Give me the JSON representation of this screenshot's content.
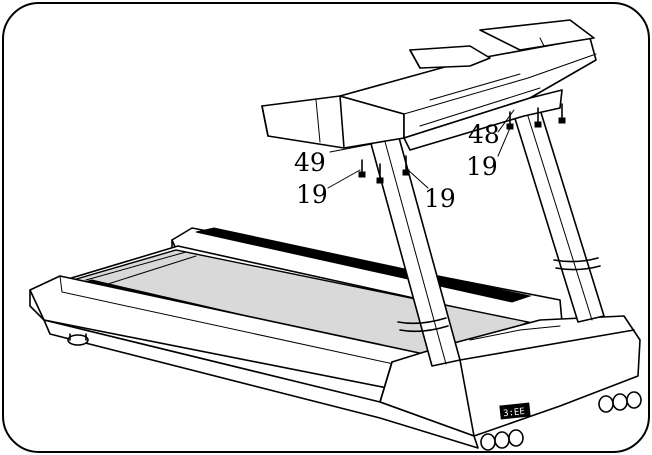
{
  "diagram": {
    "callouts": [
      {
        "label": "49"
      },
      {
        "label": "19"
      },
      {
        "label": "19"
      },
      {
        "label": "48"
      },
      {
        "label": "19"
      }
    ],
    "display_readout": "3:EE"
  }
}
